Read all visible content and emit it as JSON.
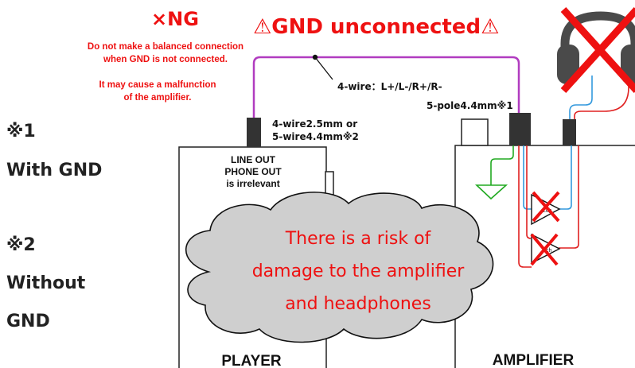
{
  "header": {
    "ng_label": "×NG",
    "gnd_title": "⚠GND unconnected⚠"
  },
  "warnings": {
    "line1": "Do not make a balanced connection",
    "line2": "when GND is not connected.",
    "line3": "It may cause a malfunction",
    "line4": "of the amplifier."
  },
  "connection": {
    "wire_label": "4-wire：L+/L-/R+/R-",
    "amp_jack_label": "5-pole4.4mm※1",
    "player_jack_line1": "4-wire2.5mm or",
    "player_jack_line2": "5-wire4.4mm※2"
  },
  "player": {
    "note_line1": "LINE OUT",
    "note_line2": "PHONE OUT",
    "note_line3": "is irrelevant",
    "label": "PLAYER"
  },
  "amplifier": {
    "label": "AMPLIFIER",
    "amp_l": "Lch",
    "amp_r": "Rch"
  },
  "notes": {
    "n1_mark": "※1",
    "n1_text": "With GND",
    "n2_mark": "※2",
    "n2_text_1": "Without",
    "n2_text_2": "GND"
  },
  "cloud": {
    "line1": "There is a risk of",
    "line2": "damage to the amplifier",
    "line3": "and headphones"
  },
  "colors": {
    "warning_red": "#ee1111",
    "cable_purple": "#b13cc0",
    "wire_red": "#e02020",
    "wire_blue": "#3399dd",
    "gnd_green": "#22aa22",
    "cloud_fill": "#cfcfcf",
    "jack_dark": "#333333"
  }
}
